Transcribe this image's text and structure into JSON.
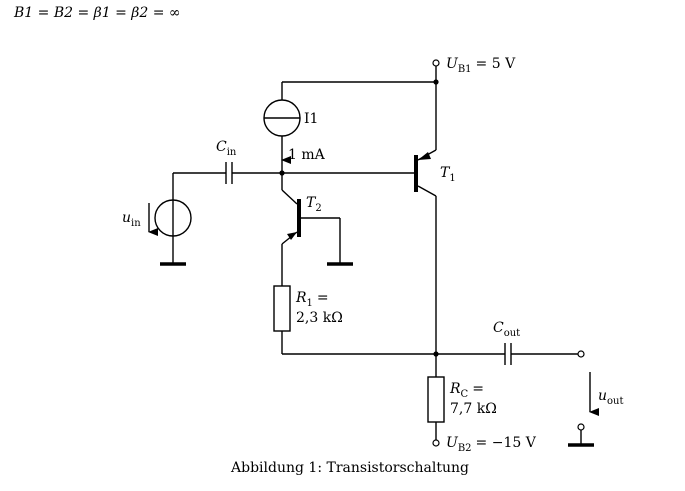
{
  "header": {
    "assumption": "B1 = B2 = β1 = β2 = ∞"
  },
  "supply_top": {
    "name": "U",
    "sub": "B1",
    "value": "= 5 V"
  },
  "supply_bottom": {
    "name": "U",
    "sub": "B2",
    "value": "= −15 V"
  },
  "current_source": {
    "name": "I1",
    "current": "1 mA"
  },
  "cap_in": {
    "name": "C",
    "sub": "in"
  },
  "cap_out": {
    "name": "C",
    "sub": "out"
  },
  "input_source": {
    "name": "u",
    "sub": "in"
  },
  "output_voltage": {
    "name": "u",
    "sub": "out"
  },
  "transistor_1": {
    "name": "T",
    "sub": "1"
  },
  "transistor_2": {
    "name": "T",
    "sub": "2"
  },
  "resistor_1": {
    "name": "R",
    "sub": "1",
    "eq": "=",
    "value": "2,3 kΩ"
  },
  "resistor_c": {
    "name": "R",
    "sub": "C",
    "eq": "=",
    "value": "7,7 kΩ"
  },
  "caption": {
    "text": "Abbildung 1: Transistorschaltung"
  }
}
